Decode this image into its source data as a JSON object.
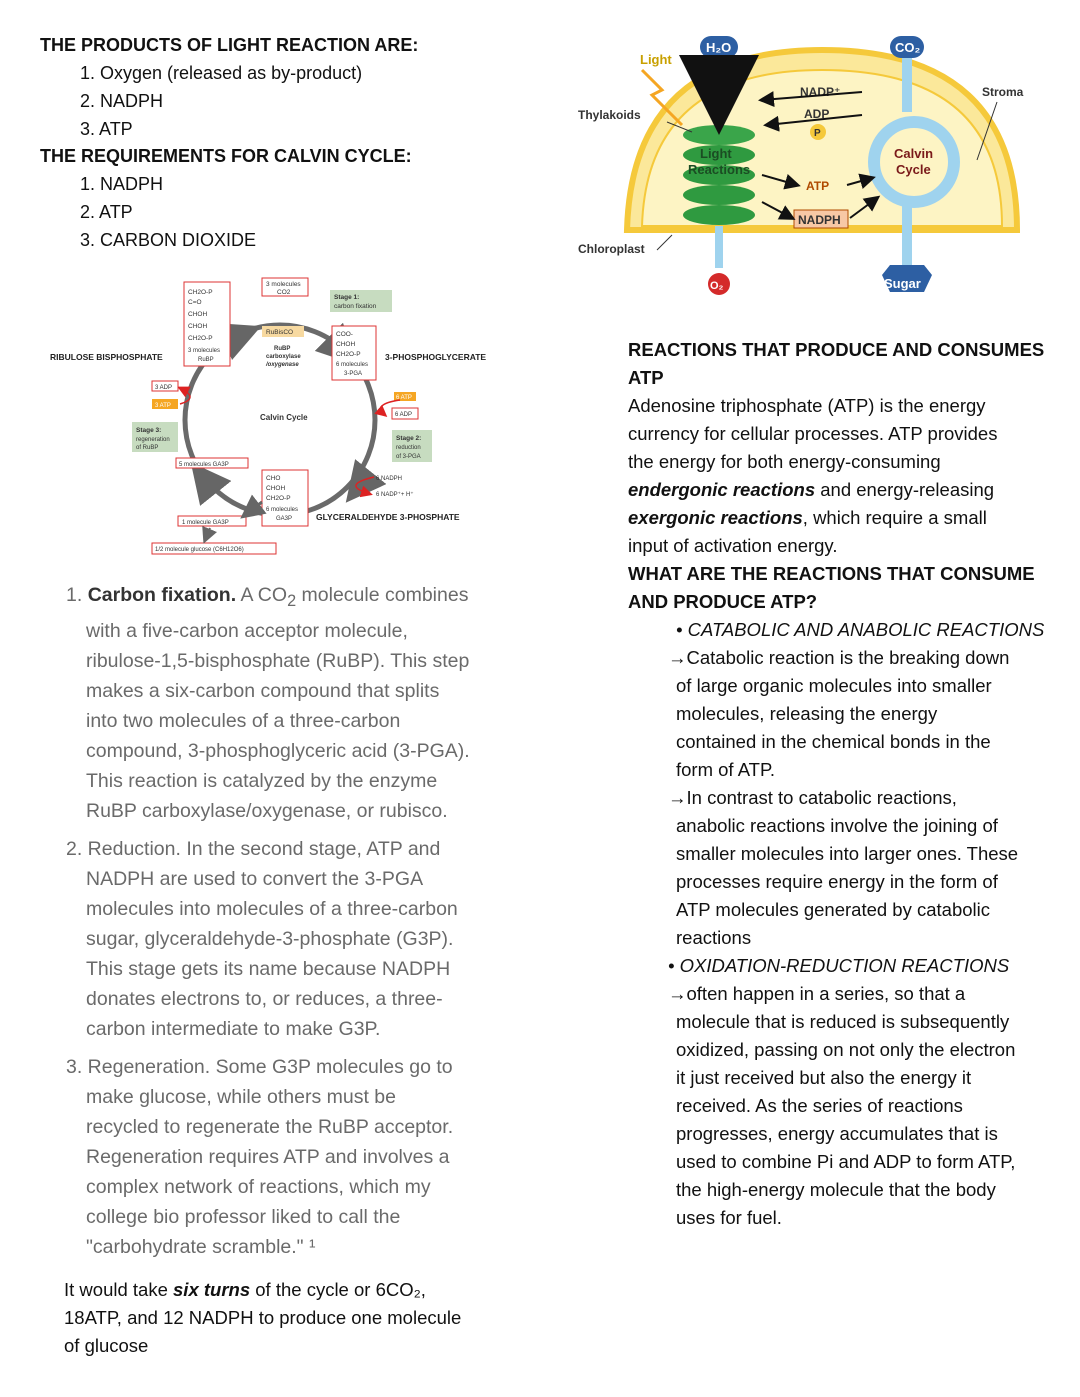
{
  "products": {
    "heading": "THE PRODUCTS OF LIGHT REACTION ARE:",
    "items": [
      "1. Oxygen (released as by-product)",
      "2. NADPH",
      "3. ATP"
    ]
  },
  "requirements": {
    "heading": "THE REQUIREMENTS FOR CALVIN CYCLE:",
    "items": [
      "1. NADPH",
      "2. ATP",
      "3. CARBON DIOXIDE"
    ]
  },
  "calvin_diagram": {
    "ribulose_label": "RIBULOSE BISPHOSPHATE",
    "pga_label": "3-PHOSPHOGLYCERATE",
    "g3p_label": "GLYCERALDEHYDE 3-PHOSPHATE",
    "center": "Calvin Cycle",
    "co2_box": [
      "3 molecules",
      "CO2"
    ],
    "stage1": [
      "Stage 1:",
      "carbon fixation"
    ],
    "rubisco": "RuBisCO",
    "enzyme": [
      "RuBP",
      "carboxylase",
      "/oxygenase"
    ],
    "rubp_mol": [
      "CH2O-P",
      "C=O",
      "CHOH",
      "CHOH",
      "CH2O-P",
      "3 molecules",
      "RuBP"
    ],
    "pga_mol": [
      "COO-",
      "CHOH",
      "CH2O-P",
      "6 molecules",
      "3-PGA"
    ],
    "g3p_mol": [
      "CHO",
      "CHOH",
      "CH2O-P",
      "6 molecules",
      "GA3P"
    ],
    "atp6": "6 ATP",
    "adp6": "6 ADP",
    "stage2": [
      "Stage 2:",
      "reduction",
      "of 3-PGA"
    ],
    "nadph6": "6 NADPH",
    "nadp6": "6 NADP⁺+ H⁺",
    "adp3": "3 ADP",
    "atp3": "3 ATP",
    "stage3": [
      "Stage 3:",
      "regeneration",
      "of RuBP"
    ],
    "ga3p5": "5 molecules GA3P",
    "ga3p1": "1 molecule GA3P",
    "glucose": "1/2 molecule glucose (C6H12O6)"
  },
  "chloroplast": {
    "light": "Light",
    "h2o": "H₂O",
    "co2": "CO₂",
    "thylakoids": "Thylakoids",
    "stroma": "Stroma",
    "chloroplast": "Chloroplast",
    "light_reactions": [
      "Light",
      "Reactions"
    ],
    "calvin": [
      "Calvin",
      "Cycle"
    ],
    "nadp": "NADP⁺",
    "adp": "ADP",
    "p": "P",
    "atp": "ATP",
    "nadph": "NADPH",
    "o2": "O₂",
    "sugar": "Sugar"
  },
  "steps": {
    "s1_title": "Carbon fixation.",
    "s1_lines": [
      "1. Carbon fixation. A CO₂ molecule combines",
      "with a five-carbon acceptor molecule,",
      "ribulose-1,5-bisphosphate (RuBP). This step",
      "makes a six-carbon compound that splits",
      "into two molecules of a three-carbon",
      "compound, 3-phosphoglyceric acid (3-PGA).",
      "This reaction is catalyzed by the enzyme",
      "RuBP carboxylase/oxygenase, or rubisco."
    ],
    "s2_lines": [
      "2. Reduction. In the second stage, ATP and",
      "NADPH are used to convert the 3-PGA",
      "molecules into molecules of a three-carbon",
      "sugar, glyceraldehyde-3-phosphate (G3P).",
      "This stage gets its name because NADPH",
      "donates electrons to, or reduces, a three-",
      "carbon intermediate to make G3P."
    ],
    "s3_lines": [
      "3. Regeneration. Some G3P molecules go to",
      "make glucose, while others must be",
      "recycled to regenerate the RuBP acceptor.",
      "Regeneration requires ATP and involves a",
      "complex network of reactions, which my",
      "college bio professor liked to call the",
      "\"carbohydrate scramble.\" ¹"
    ]
  },
  "summary": {
    "pre": "It would take ",
    "em": "six turns",
    "post1": " of the cycle or 6CO₂,",
    "line2": "18ATP, and 12 NADPH to produce one molecule",
    "line3": "of glucose"
  },
  "atp_section": {
    "heading1": "REACTIONS THAT PRODUCE AND CONSUMES",
    "heading2": "ATP",
    "p1": "Adenosine triphosphate (ATP) is the energy",
    "p2": "currency for cellular processes. ATP provides",
    "p3": "the energy for both energy-consuming",
    "p4a": "endergonic reactions",
    "p4b": " and energy-releasing",
    "p5a": "exergonic reactions",
    "p5b": ", which require a small",
    "p6": "input of activation energy.",
    "q1": "WHAT ARE THE REACTIONS THAT CONSUME",
    "q2": "AND PRODUCE ATP?",
    "b1": "• CATABOLIC AND ANABOLIC REACTIONS",
    "c1": [
      "→Catabolic reaction is the breaking down",
      "of large organic molecules into smaller",
      "molecules, releasing the energy",
      "contained in the chemical bonds in the",
      "form of ATP."
    ],
    "c2": [
      "→In contrast to catabolic reactions,",
      "anabolic reactions involve the joining of",
      "smaller molecules into larger ones. These",
      "processes require energy in the form of",
      "ATP molecules generated by catabolic",
      "reactions"
    ],
    "b2": "•  OXIDATION-REDUCTION REACTIONS",
    "c3": [
      "→often happen in a series, so that a",
      "molecule that is reduced is subsequently",
      "oxidized, passing on not only the electron",
      "it just received but also the energy it",
      "received. As the series of reactions",
      "progresses, energy accumulates that is",
      "used to combine Pi and ADP to form ATP,",
      "the high-energy molecule that the body",
      "uses for fuel."
    ]
  }
}
